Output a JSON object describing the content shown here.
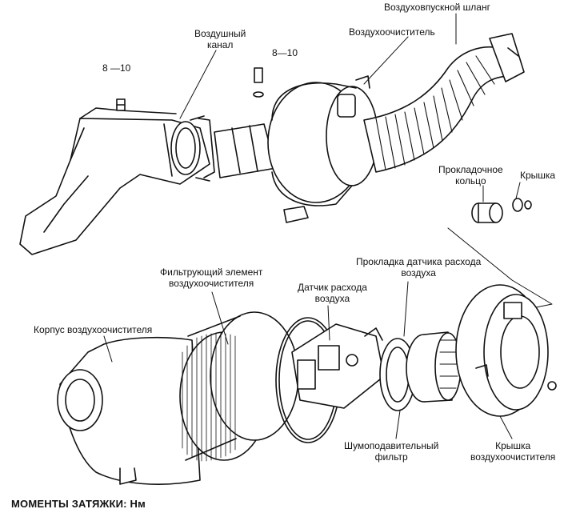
{
  "labels": {
    "intake_hose": "Воздуховпускной шланг",
    "air_cleaner": "Воздухоочиститель",
    "air_duct_l1": "Воздушный",
    "air_duct_l2": "канал",
    "gasket_ring_l1": "Прокладочное",
    "gasket_ring_l2": "кольцо",
    "cap": "Крышка",
    "sensor_gasket_l1": "Прокладка датчика расхода",
    "sensor_gasket_l2": "воздуха",
    "filter_element_l1": "Фильтрующий элемент",
    "filter_element_l2": "воздухоочистителя",
    "airflow_sensor_l1": "Датчик расхода",
    "airflow_sensor_l2": "воздуха",
    "housing": "Корпус воздухоочистителя",
    "silencer_l1": "Шумоподавительный",
    "silencer_l2": "фильтр",
    "cover_l1": "Крышка",
    "cover_l2": "воздухоочистителя"
  },
  "torque": {
    "left": "8 —10",
    "right": "8—10"
  },
  "footer": "МОМЕНТЫ ЗАТЯЖКИ: Нм"
}
